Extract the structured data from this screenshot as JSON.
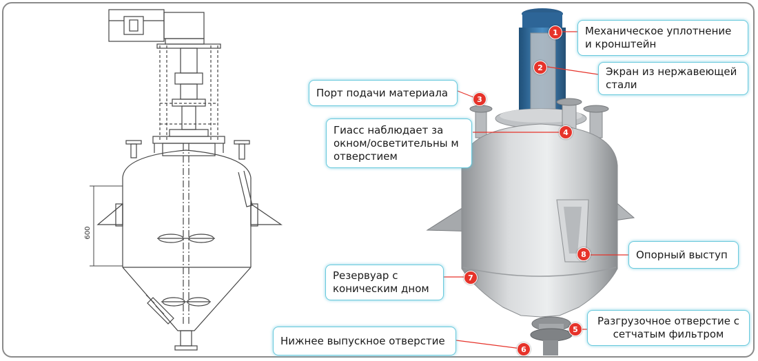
{
  "drawing": {
    "dimension_label": "600"
  },
  "callouts": [
    {
      "number": "1",
      "text": "Механическое уплотнение и кронштейн"
    },
    {
      "number": "2",
      "text": "Экран из нержавеющей стали"
    },
    {
      "number": "3",
      "text": "Порт подачи материала"
    },
    {
      "number": "4",
      "text": "Гиасс наблюдает за окном/осветительны м отверстием"
    },
    {
      "number": "5",
      "text": "Разгрузочное отверстие с сетчатым фильтром"
    },
    {
      "number": "6",
      "text": "Нижнее выпускное отверстие"
    },
    {
      "number": "7",
      "text": "Резервуар с коническим дном"
    },
    {
      "number": "8",
      "text": "Опорный выступ"
    }
  ],
  "colors": {
    "accent_border": "#69c9dc",
    "badge": "#e6332a",
    "steel": "#c9cbcd",
    "screen": "#3b7fb5"
  }
}
